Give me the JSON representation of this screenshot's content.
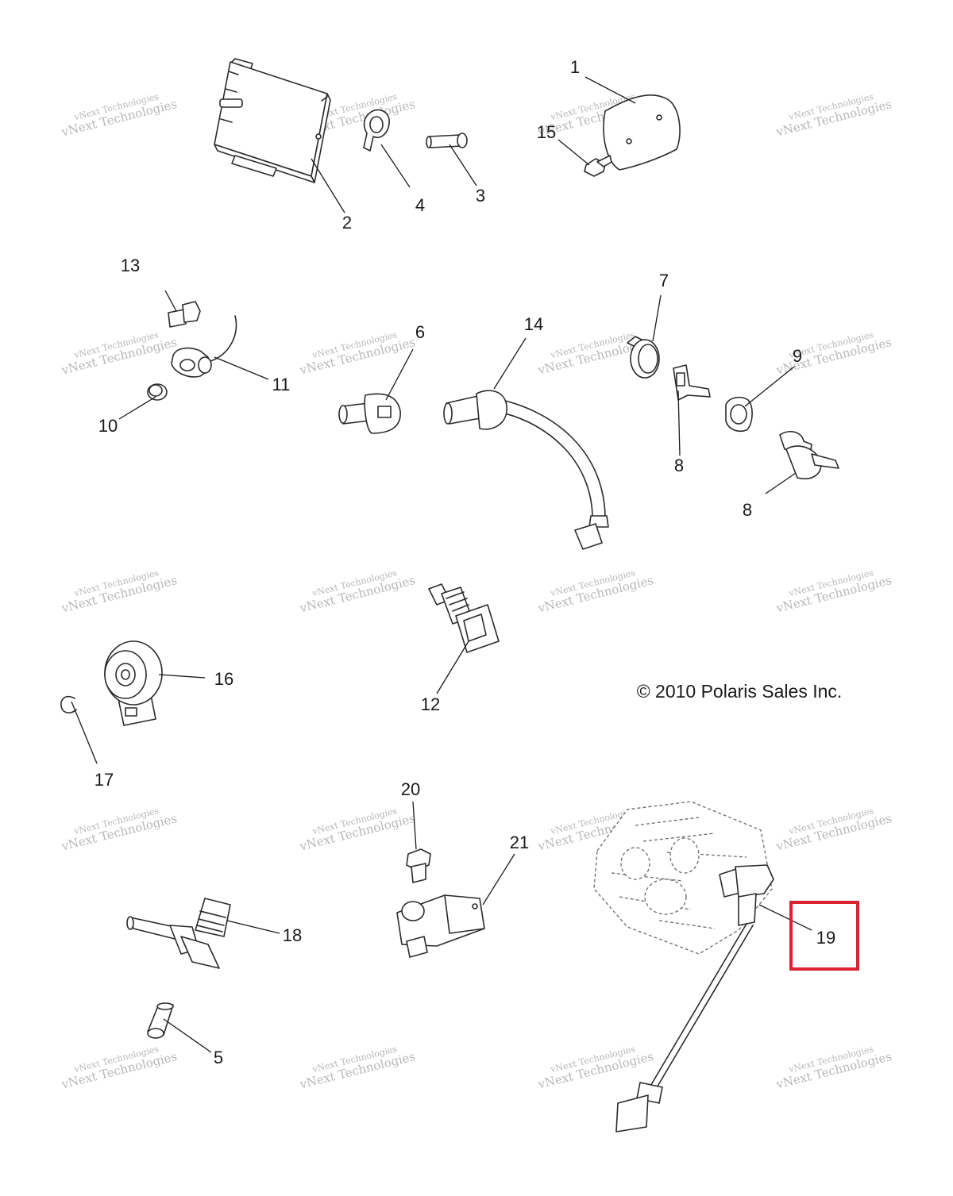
{
  "copyright": "© 2010 Polaris Sales Inc.",
  "watermark": {
    "line1": "vNext Technologies",
    "line2": "vNext Technologies",
    "color": "#b8b8b8"
  },
  "callouts": {
    "c1": "1",
    "c2": "2",
    "c3": "3",
    "c4": "4",
    "c5": "5",
    "c6": "6",
    "c7": "7",
    "c8a": "8",
    "c8b": "8",
    "c9": "9",
    "c10": "10",
    "c11": "11",
    "c12": "12",
    "c13": "13",
    "c14": "14",
    "c15": "15",
    "c16": "16",
    "c17": "17",
    "c18": "18",
    "c19": "19",
    "c20": "20",
    "c21": "21"
  },
  "highlight": {
    "callout": "19",
    "color": "#d9232e"
  }
}
